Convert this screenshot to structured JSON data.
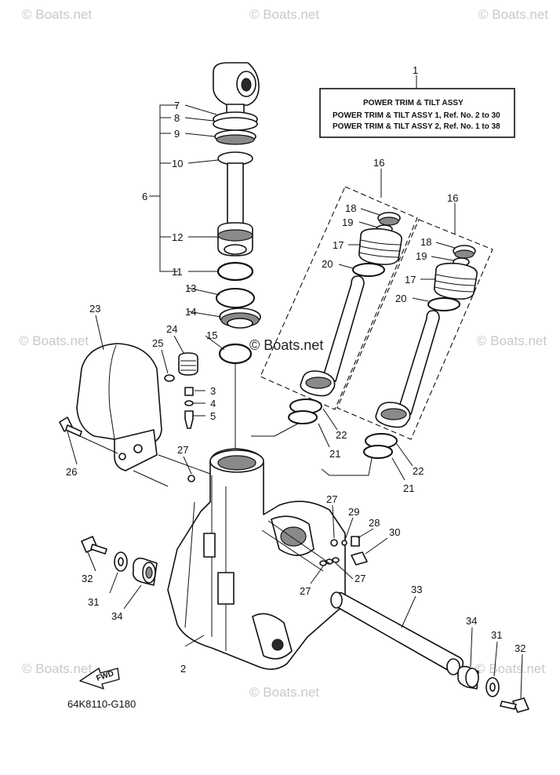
{
  "watermark": "© Boats.net",
  "note": {
    "title": "POWER TRIM & TILT ASSY",
    "line1": "POWER TRIM & TILT ASSY 1,  Ref. No. 2  to  30",
    "line2": "POWER TRIM & TILT ASSY 2,  Ref. No. 1  to  38"
  },
  "diagram_code": "64K8110-G180",
  "fwd_label": "FWD",
  "callouts": {
    "n1": "1",
    "n2": "2",
    "n3": "3",
    "n4": "4",
    "n5": "5",
    "n6": "6",
    "n7": "7",
    "n8": "8",
    "n9": "9",
    "n10": "10",
    "n11": "11",
    "n12": "12",
    "n13": "13",
    "n14": "14",
    "n15": "15",
    "n16a": "16",
    "n16b": "16",
    "n17a": "17",
    "n17b": "17",
    "n18a": "18",
    "n18b": "18",
    "n19a": "19",
    "n19b": "19",
    "n20a": "20",
    "n20b": "20",
    "n21a": "21",
    "n21b": "21",
    "n22a": "22",
    "n22b": "22",
    "n23": "23",
    "n24": "24",
    "n25": "25",
    "n26": "26",
    "n27a": "27",
    "n27b": "27",
    "n27c": "27",
    "n27d": "27",
    "n28": "28",
    "n29": "29",
    "n30": "30",
    "n31a": "31",
    "n31b": "31",
    "n32a": "32",
    "n32b": "32",
    "n33": "33",
    "n34a": "34",
    "n34b": "34"
  }
}
